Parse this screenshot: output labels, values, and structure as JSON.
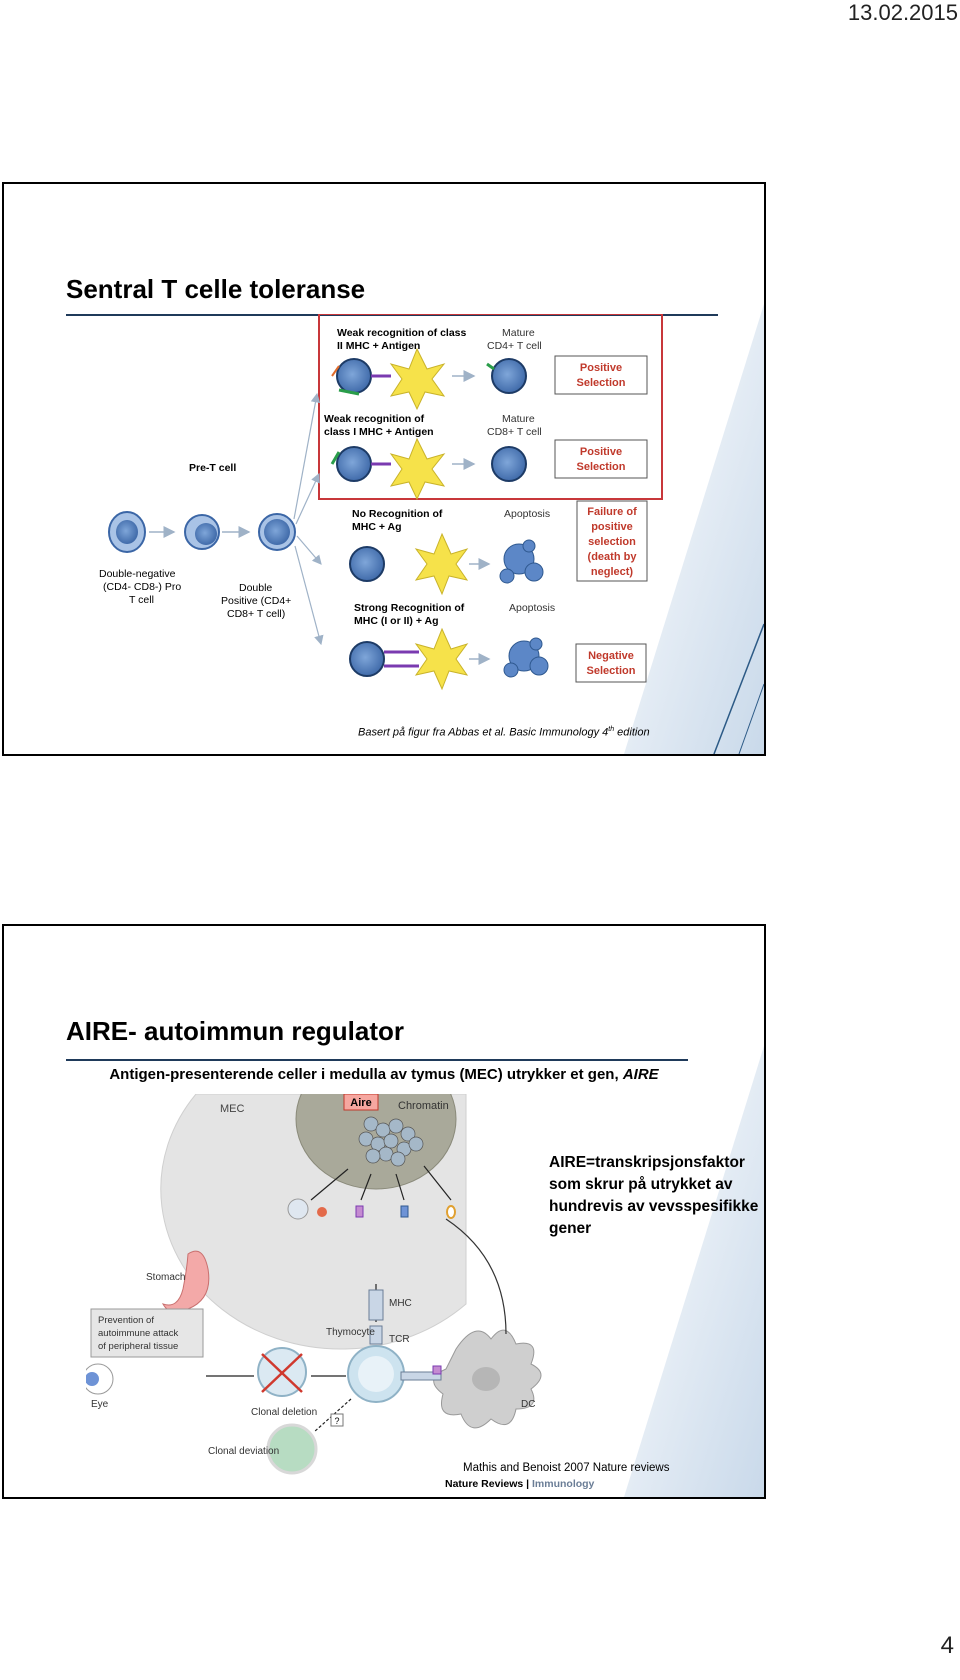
{
  "header": {
    "date": "13.02.2015"
  },
  "footer": {
    "page_number": "4"
  },
  "slide1": {
    "title": "Sentral T celle toleranse",
    "figure": {
      "weak_class2": [
        "Weak recognition of class",
        "II MHC + Antigen"
      ],
      "mature_cd4": [
        "Mature",
        "CD4+ T cell"
      ],
      "positive_selection_1": [
        "Positive",
        "Selection"
      ],
      "weak_class1": [
        "Weak recognition of",
        "class I MHC + Antigen"
      ],
      "mature_cd8": [
        "Mature",
        "CD8+ T cell"
      ],
      "positive_selection_2": [
        "Positive",
        "Selection"
      ],
      "pre_t_cell": "Pre-T cell",
      "no_recognition": [
        "No Recognition of",
        "MHC + Ag"
      ],
      "apoptosis_1": "Apoptosis",
      "failure_box": [
        "Failure of",
        "positive",
        "selection",
        "(death by",
        "neglect)"
      ],
      "double_negative": [
        "Double-negative",
        "(CD4- CD8-) Pro",
        "T cell"
      ],
      "double_positive": [
        "Double",
        "Positive (CD4+",
        "CD8+ T cell)"
      ],
      "strong_recognition": [
        "Strong Recognition of",
        "MHC (I or II) + Ag"
      ],
      "apoptosis_2": "Apoptosis",
      "negative_selection": [
        "Negative",
        "Selection"
      ]
    },
    "caption": "Basert på figur fra Abbas et al. Basic Immunology 4",
    "caption_sup": "th",
    "caption_end": " edition"
  },
  "slide2": {
    "title": "AIRE- autoimmun regulator",
    "subtitle": "Antigen-presenterende celler i medulla av tymus (MEC) utrykker et gen, ",
    "subtitle_em": "AIRE",
    "aire_description": "AIRE=transkripsjonsfaktor som skrur på utrykket av hundrevis av vevsspesifikke gener",
    "figure": {
      "mec": "MEC",
      "aire": "Aire",
      "chromatin": "Chromatin",
      "stomach": "Stomach",
      "prevention": [
        "Prevention of",
        "autoimmune attack",
        "of peripheral tissue"
      ],
      "eye": "Eye",
      "thymocyte": "Thymocyte",
      "mhc": "MHC",
      "tcr": "TCR",
      "clonal_deletion": "Clonal deletion",
      "clonal_deviation": "Clonal deviation",
      "dc": "DC",
      "question": "?"
    },
    "citation": "Mathis and Benoist 2007 Nature reviews",
    "journal": "Nature Reviews",
    "journal_section": "Immunology"
  }
}
